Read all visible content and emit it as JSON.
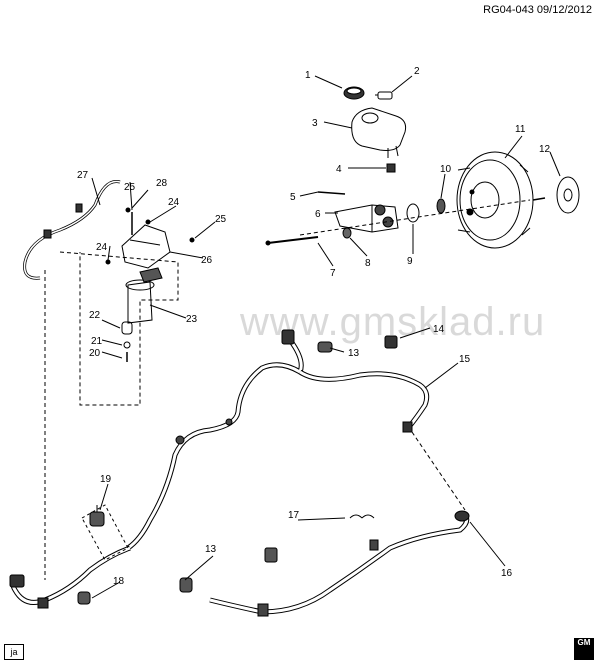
{
  "header": {
    "code": "RG04-043 09/12/2012"
  },
  "watermark": "www.gmsklad.ru",
  "corner_left": "ja",
  "corner_right": "GM",
  "callouts": [
    "1",
    "2",
    "3",
    "4",
    "5",
    "6",
    "7",
    "8",
    "9",
    "10",
    "11",
    "12",
    "13",
    "14",
    "15",
    "16",
    "17",
    "18",
    "19",
    "20",
    "21",
    "22",
    "23",
    "24",
    "25",
    "26",
    "27",
    "28"
  ]
}
